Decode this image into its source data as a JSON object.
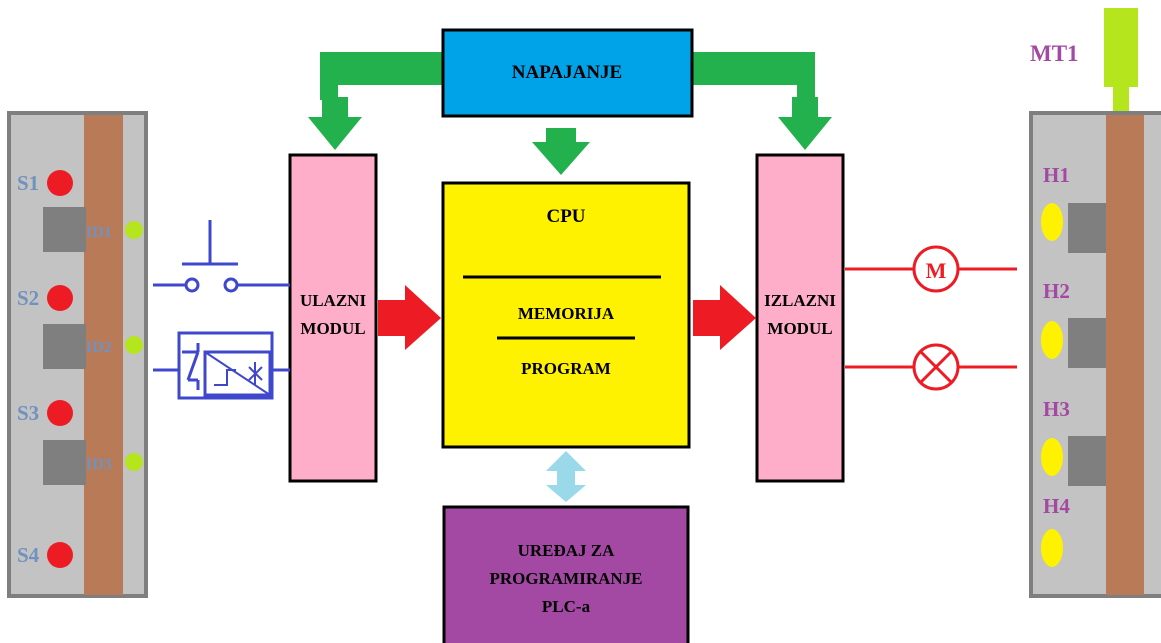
{
  "colors": {
    "power_supply": "#00a2e8",
    "cpu": "#fff200",
    "module": "#ffaec9",
    "programmer": "#a349a4",
    "green_arrow": "#22b14c",
    "red_arrow": "#ed1c24",
    "bus_arrow": "#99d9ea",
    "panel": "#c3c3c3",
    "strip": "#b97a57",
    "sensor_face": "#7f7f7f",
    "input_lamp": "#ed1c24",
    "input_led": "#b5e61d",
    "output_lamp": "#fff200",
    "input_label": "#7092be",
    "output_label": "#a349a4",
    "input_wire": "#3f48cc",
    "output_wire": "#ed1c24",
    "motor_mount": "#b5e61d"
  },
  "blocks": {
    "power_supply": "NAPAJANJE",
    "cpu_title": "CPU",
    "memory": "MEMORIJA",
    "program": "PROGRAM",
    "input_module": [
      "ULAZNI",
      "MODUL"
    ],
    "output_module": [
      "IZLAZNI",
      "MODUL"
    ],
    "programmer": [
      "UREĐAJ ZA",
      "PROGRAMIRANJE",
      "PLC-a"
    ]
  },
  "input_panel": {
    "switches": [
      "S1",
      "S2",
      "S3",
      "S4"
    ],
    "sensors": [
      "ID1",
      "ID2",
      "ID3"
    ]
  },
  "output_panel": {
    "motor": "MT1",
    "lamps": [
      "H1",
      "H2",
      "H3",
      "H4"
    ]
  },
  "symbols": {
    "motor": "M"
  }
}
